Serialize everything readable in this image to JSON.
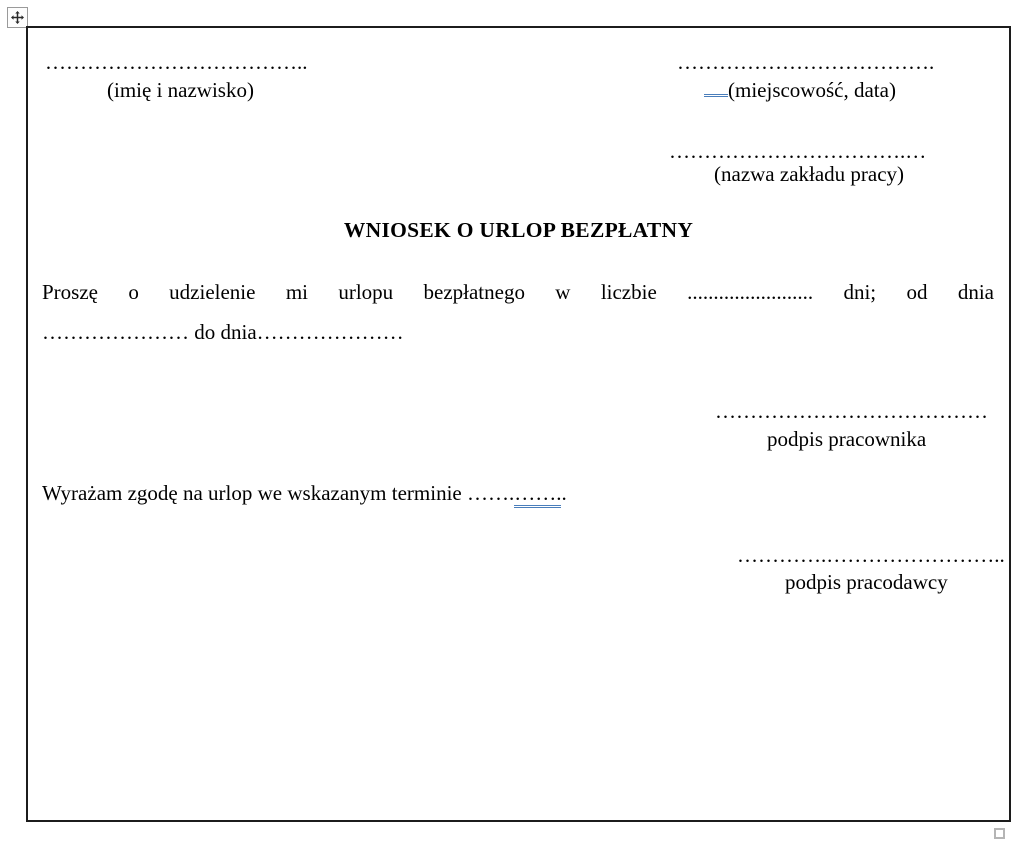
{
  "title": "WNIOSEK O URLOP BEZPŁATNY",
  "header": {
    "name_dots": "………………………………..",
    "name_label": "(imię i nazwisko)",
    "place_dots": "……………………………….",
    "place_label": "(miejscowość, data)",
    "company_dots": "…………………………….…",
    "company_label": "(nazwa zakładu pracy)"
  },
  "body": {
    "request_line1": "Proszę o udzielenie mi urlopu bezpłatnego w liczbie ........................ dni; od dnia",
    "request_line2": "………………… do dnia…………………",
    "employee_signature_dots": "…………………………………",
    "employee_signature_label": "podpis pracownika",
    "consent_text": "Wyrażam zgodę na urlop we wskazanym terminie ",
    "consent_dots": "…….",
    "consent_dots_marked": "…….",
    "consent_end": ".",
    "employer_signature_dots": "………….……………………..",
    "employer_signature_label": "podpis pracodawcy"
  },
  "colors": {
    "text": "#000000",
    "table_border": "#1c1c1c",
    "grammar_mark_blue": "#4a7ebb",
    "handle_border": "#9a9a9a"
  },
  "icons": {
    "move_handle": "table-move-handle",
    "resize_handle": "table-resize-handle"
  }
}
